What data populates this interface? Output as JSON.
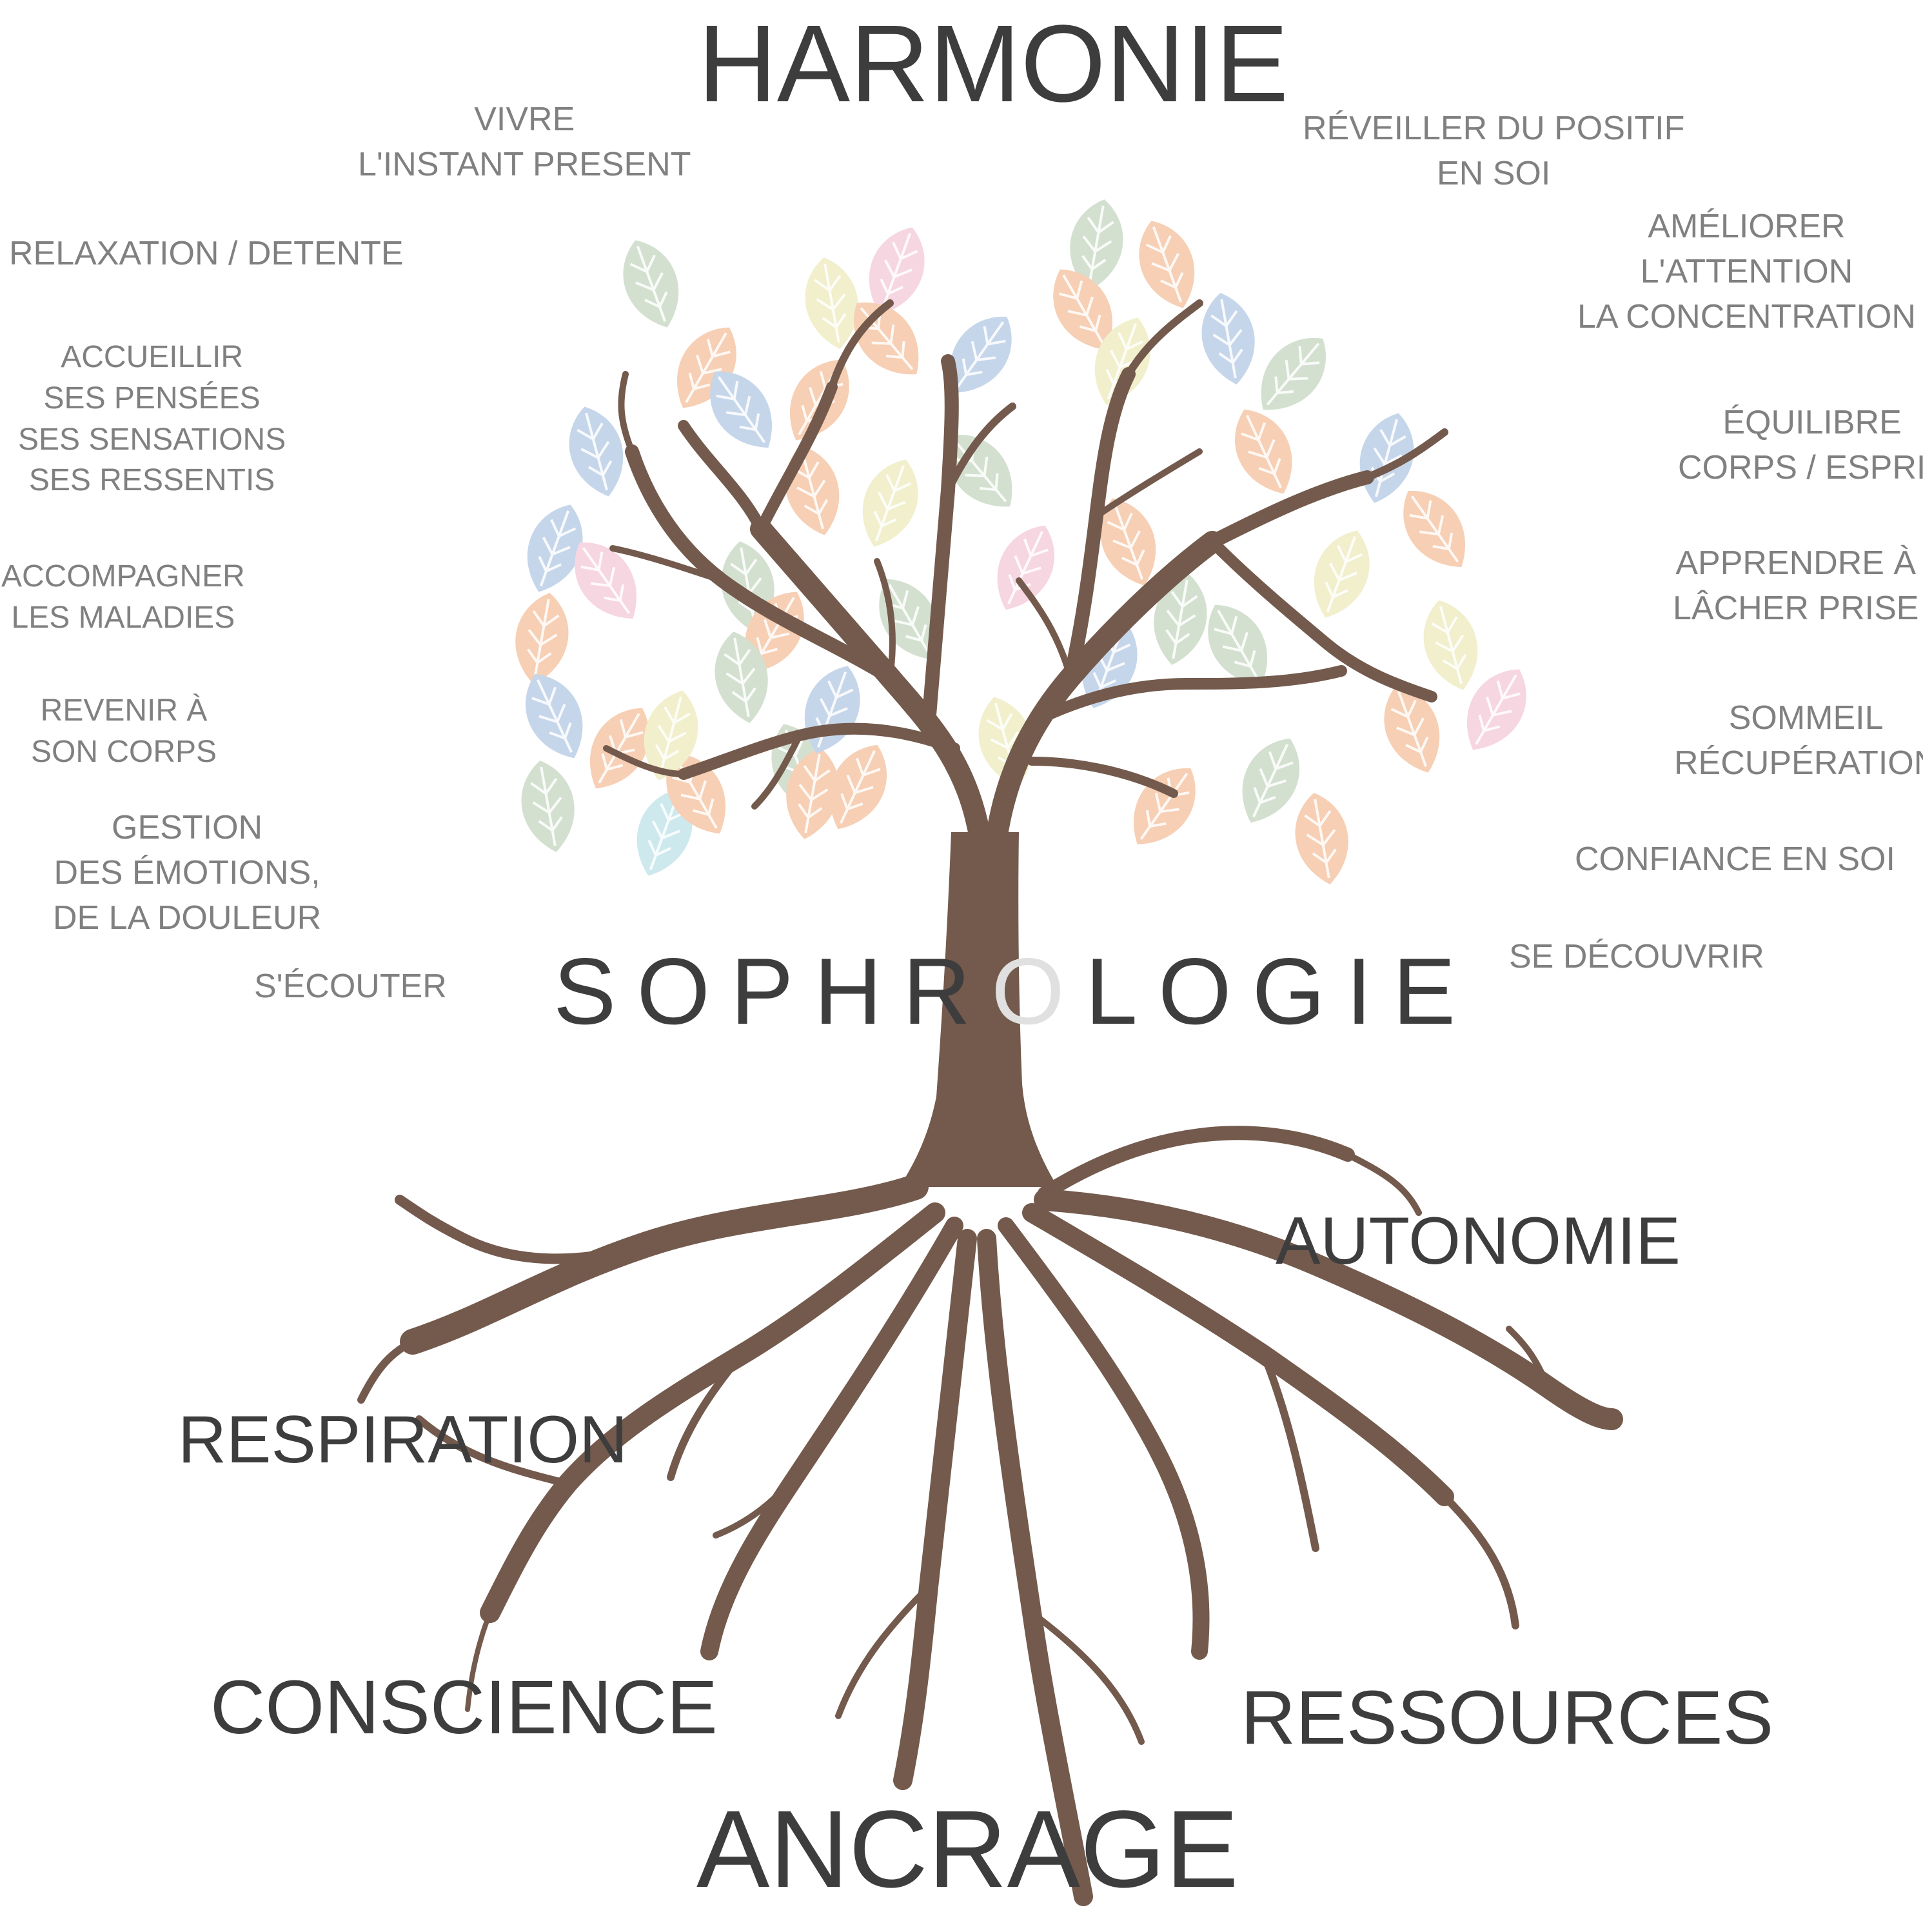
{
  "title": "HARMONIE",
  "center": {
    "before": "SOPHR",
    "highlight": "O",
    "after": "LOGIE"
  },
  "bottom": {
    "ancrage": "ANCRAGE",
    "conscience": "CONSCIENCE",
    "respiration": "RESPIRATION",
    "ressources": "RESSOURCES",
    "autonomie": "AUTONOMIE"
  },
  "left_benefits": {
    "vivre": [
      "VIVRE",
      "L'INSTANT PRESENT"
    ],
    "relaxation": [
      "RELAXATION / DETENTE"
    ],
    "accueillir": [
      "ACCUEILLIR",
      "SES PENSÉES",
      "SES SENSATIONS",
      "SES RESSENTIS"
    ],
    "accompagner": [
      "ACCOMPAGNER",
      "LES MALADIES"
    ],
    "revenir": [
      "REVENIR À",
      "SON CORPS"
    ],
    "gestion": [
      "GESTION",
      "DES ÉMOTIONS,",
      "DE LA DOULEUR"
    ],
    "ecouter": [
      "S'ÉCOUTER"
    ]
  },
  "right_benefits": {
    "reveiller": [
      "RÉVEILLER DU POSITIF",
      "EN SOI"
    ],
    "ameliorer": [
      "AMÉLIORER",
      "L'ATTENTION",
      "LA CONCENTRATION"
    ],
    "equilibre": [
      "ÉQUILIBRE",
      "CORPS / ESPRIT"
    ],
    "apprendre": [
      "APPRENDRE À",
      "LÂCHER PRISE"
    ],
    "sommeil": [
      "SOMMEIL",
      "RÉCUPÉRATION"
    ],
    "confiance": [
      "CONFIANCE EN SOI"
    ],
    "decouvrir": [
      "SE DÉCOUVRIR"
    ]
  },
  "colors": {
    "trunk": "#735a4d",
    "dark_text": "#3d3d3d",
    "grey_text": "#808080",
    "leaf_peach": "#f6cfb4",
    "leaf_blue": "#c6d6ea",
    "leaf_green": "#d3e0d0",
    "leaf_yellow": "#f1efcc",
    "leaf_pink": "#f6d6e1",
    "leaf_cyan": "#cde9ee"
  }
}
